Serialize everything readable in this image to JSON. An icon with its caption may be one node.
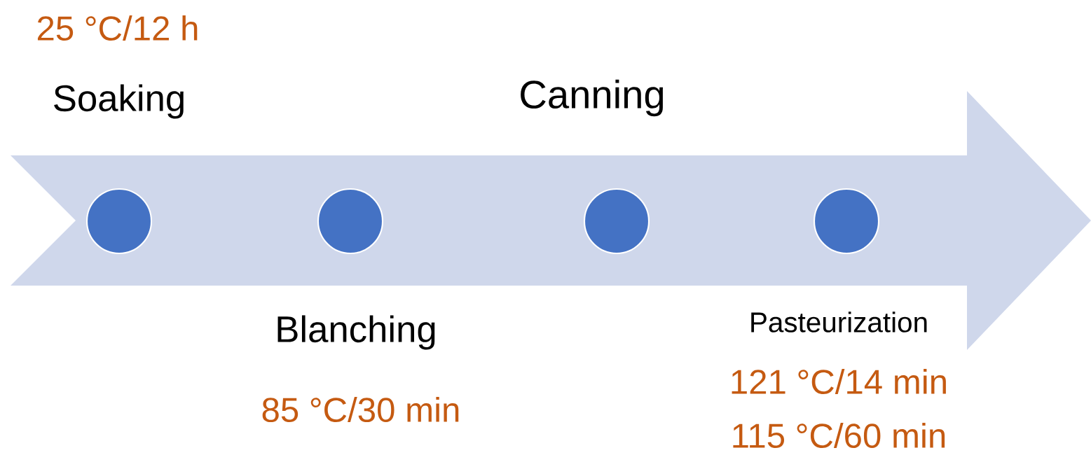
{
  "diagram": {
    "nodes": [
      {
        "text": [],
        "shape": "arrow"
      },
      {
        "text": [],
        "shape": "circle",
        "in": 0,
        "beside": [
          "25 °C/12 h",
          "Soaking"
        ]
      },
      {
        "text": [],
        "shape": "circle",
        "in": 0,
        "beside": [
          "Blanching",
          "85 °C/30 min"
        ]
      },
      {
        "text": [],
        "shape": "circle",
        "in": 0,
        "beside": [
          "Canning"
        ]
      },
      {
        "text": [],
        "shape": "circle",
        "in": 0,
        "beside": [
          "Pasteurization",
          "121 °C/14 min",
          "115 °C/60 min"
        ]
      }
    ]
  }
}
